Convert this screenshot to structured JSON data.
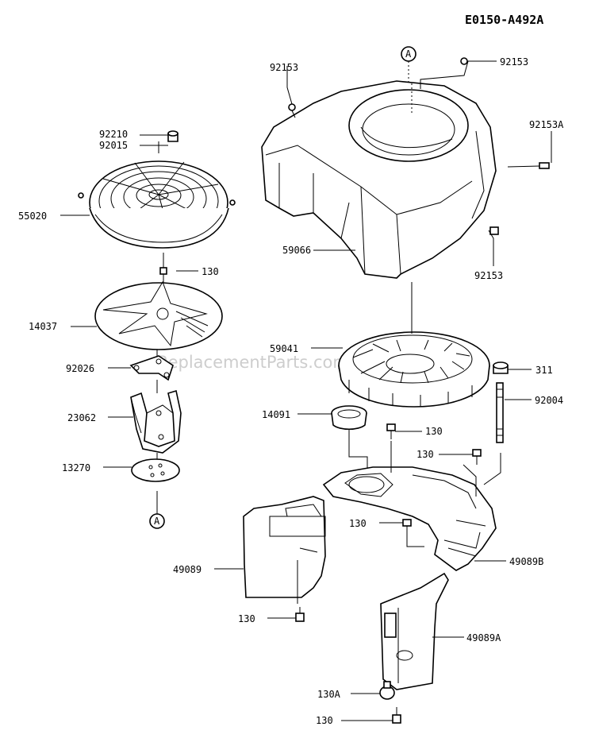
{
  "drawing_code": "E0150-A492A",
  "watermark": "eReplacementParts.com",
  "ref_marker": "A",
  "labels": {
    "p92153_left": "92153",
    "p92153_top": "92153",
    "p92153A": "92153A",
    "p92153_right": "92153",
    "p92210": "92210",
    "p92015": "92015",
    "p55020": "55020",
    "p59066": "59066",
    "p130_a": "130",
    "p14037": "14037",
    "p59041": "59041",
    "p311": "311",
    "p92026": "92026",
    "p92004": "92004",
    "p23062": "23062",
    "p14091": "14091",
    "p130_b": "130",
    "p130_c": "130",
    "p13270": "13270",
    "p130_d": "130",
    "p49089": "49089",
    "p49089B": "49089B",
    "p130_e": "130",
    "p49089A": "49089A",
    "p130A": "130A",
    "p130_f": "130"
  }
}
